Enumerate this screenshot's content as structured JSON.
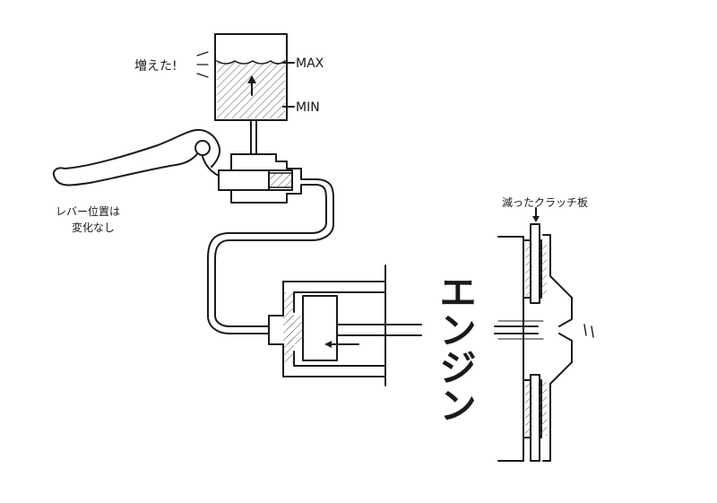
{
  "labels": {
    "increased": "増えた!",
    "max": "MAX",
    "min": "MIN",
    "lever_note_line1": "レバー位置は",
    "lever_note_line2": "変化なし",
    "worn_plate": "減ったクラッチ板",
    "engine": "エンジン"
  }
}
